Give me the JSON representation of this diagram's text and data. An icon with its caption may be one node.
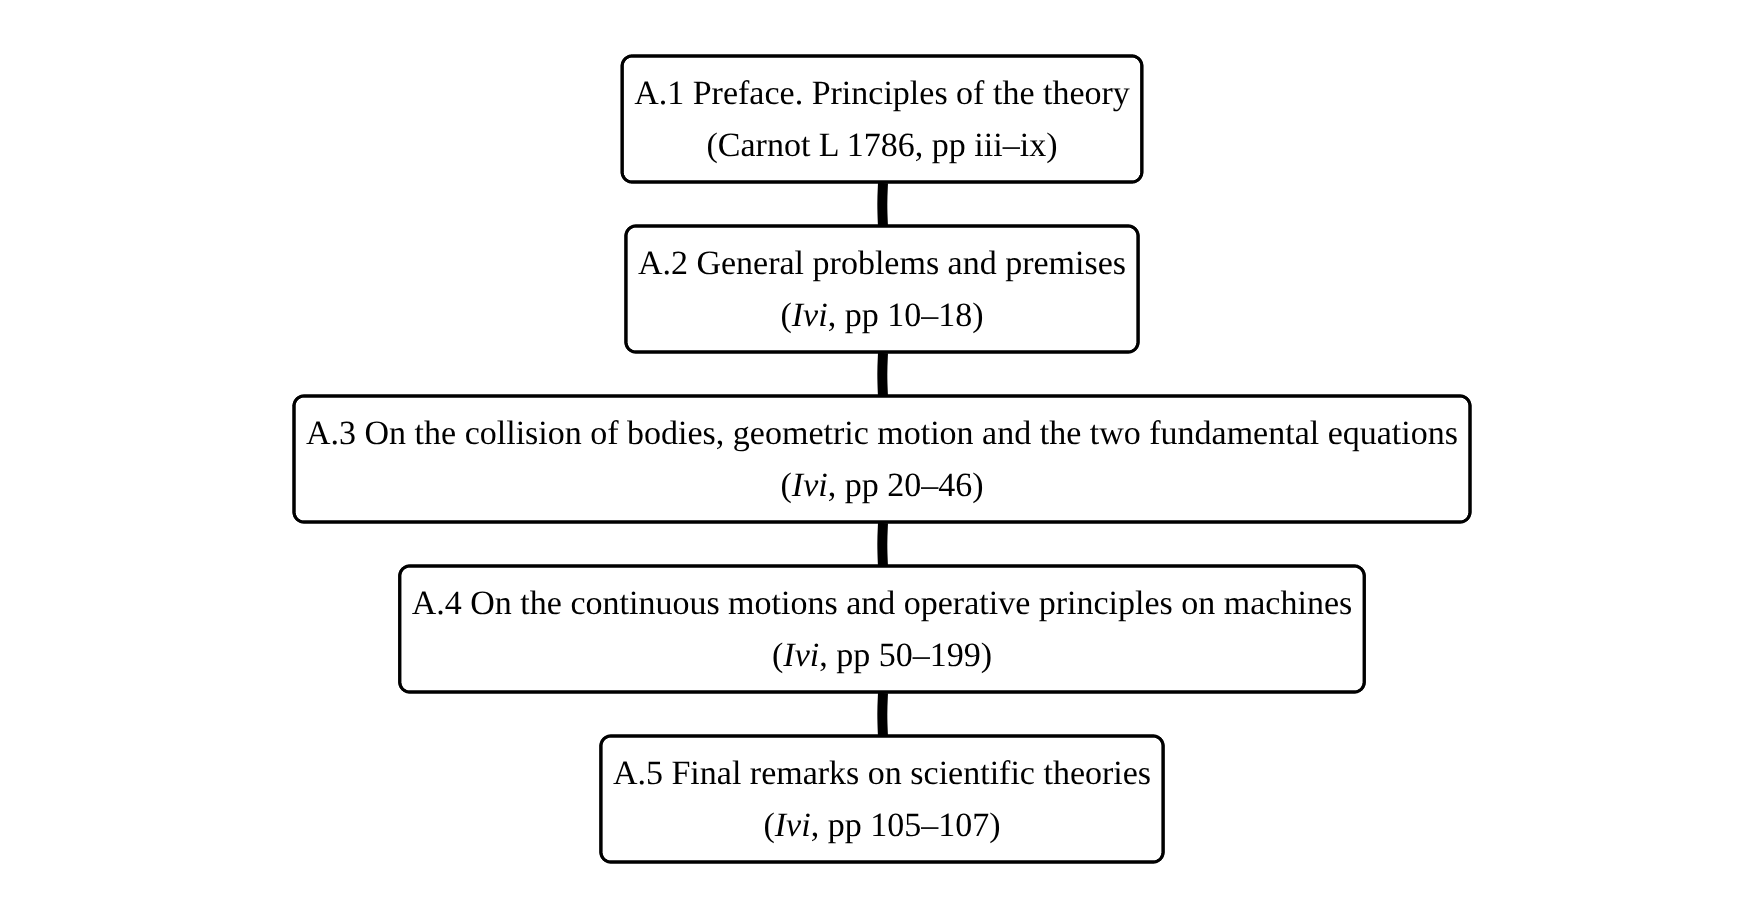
{
  "diagram": {
    "nodes": [
      {
        "text": [
          "A.1 Preface. Principles of the theory",
          "(Carnot L 1786, pp iii–ix)"
        ]
      },
      {
        "text": [
          "A.2 General problems and premises",
          "(*Ivi*, pp 10–18)"
        ]
      },
      {
        "text": [
          "A.3 On the collision of bodies, geometric motion and the two fundamental equations",
          "(*Ivi*, pp 20–46)"
        ]
      },
      {
        "text": [
          "A.4 On the continuous motions and operative principles on machines",
          "(*Ivi*, pp 50–199)"
        ]
      },
      {
        "text": [
          "A.5 Final remarks on scientific theories",
          "(*Ivi*, pp 105–107)"
        ]
      }
    ],
    "edges": [
      {
        "from": 0,
        "to": 1,
        "arrow": "none"
      },
      {
        "from": 1,
        "to": 2,
        "arrow": "none"
      },
      {
        "from": 2,
        "to": 3,
        "arrow": "none"
      },
      {
        "from": 3,
        "to": 4,
        "arrow": "none"
      }
    ]
  }
}
